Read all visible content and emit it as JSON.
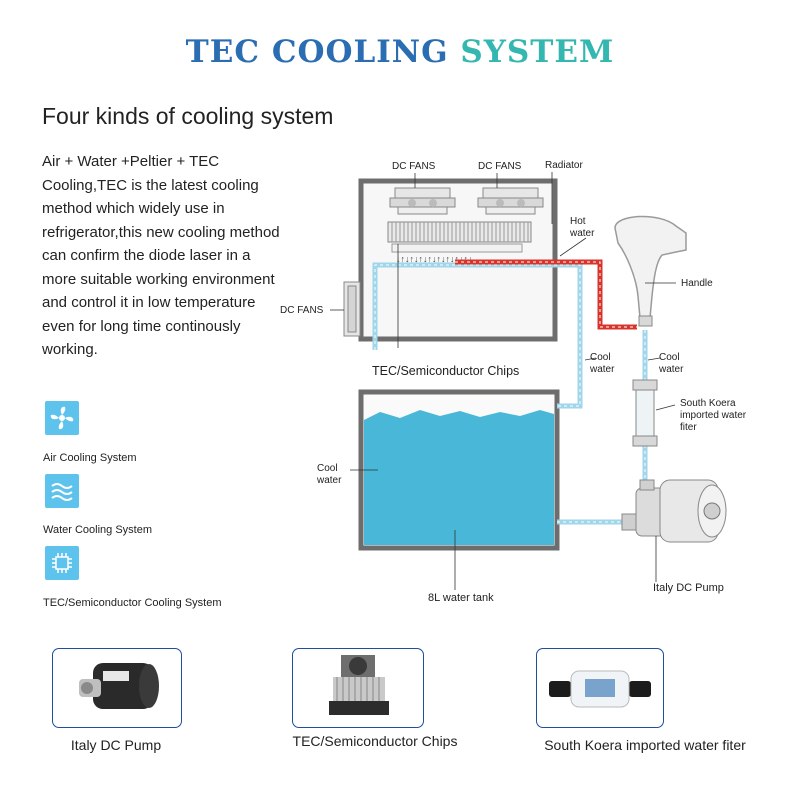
{
  "title": {
    "part1": "TEC COOLING",
    "part2": "SYSTEM"
  },
  "subtitle": "Four kinds of cooling system",
  "description": "Air + Water +Peltier + TEC Cooling,TEC is the latest cooling method which widely use in refrigerator,this new cooling method can confirm the diode laser in a more suitable working environment and control it in low temperature even for long time continously working.",
  "systems": [
    {
      "label": "Air Cooling System",
      "icon": "fan-icon"
    },
    {
      "label": "Water Cooling System",
      "icon": "waves-icon"
    },
    {
      "label": "TEC/Semiconductor Cooling System",
      "icon": "chip-icon"
    }
  ],
  "diagram": {
    "dc_fans_top_1": "DC FANS",
    "dc_fans_top_2": "DC FANS",
    "radiator": "Radiator",
    "hot_water": [
      "Hot",
      "water"
    ],
    "handle": "Handle",
    "dc_fans_side": "DC FANS",
    "tec_chips": "TEC/Semiconductor Chips",
    "cool_water_1": [
      "Cool",
      "water"
    ],
    "cool_water_2": [
      "Cool",
      "water"
    ],
    "filter": [
      "South Koera",
      "imported water",
      "fiter"
    ],
    "cool_water_tank": [
      "Cool",
      "water"
    ],
    "pump": "Italy DC Pump",
    "tank": "8L water tank"
  },
  "products": [
    {
      "label": "Italy DC Pump"
    },
    {
      "label": "TEC/Semiconductor Chips"
    },
    {
      "label": "South Koera imported water fiter"
    }
  ],
  "colors": {
    "title_blue": "#2a6db3",
    "title_teal": "#34b7b0",
    "icon_blue": "#5ec3ec",
    "hot_red": "#d9342b",
    "cool_blue": "#9fd6ea",
    "water": "#49b8d8"
  }
}
